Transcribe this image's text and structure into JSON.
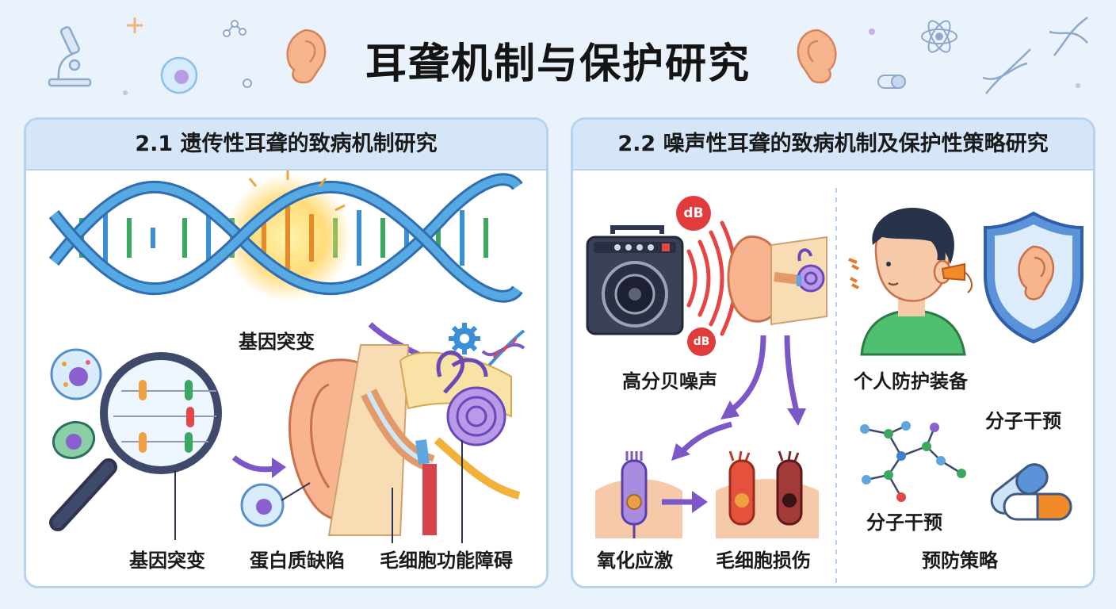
{
  "title": "耳聋机制与保护研究",
  "panel_left": {
    "heading": "2.1 遗传性耳聋的致病机制研究",
    "labels": {
      "dna_mutation": "基因突变",
      "gene_mutation": "基因突变",
      "protein_defect": "蛋白质缺陷",
      "hair_cell_dysfunction": "毛细胞功能障碍"
    }
  },
  "panel_right": {
    "heading": "2.2 噪声性耳聋的致病机制及保护性策略研究",
    "labels": {
      "high_db_noise": "高分贝噪声",
      "db_top": "dB",
      "db_bottom": "dB",
      "oxidative_stress": "氧化应激",
      "hair_cell_damage": "毛细胞损伤",
      "personal_protection": "个人防护装备",
      "molecular_intervention_top": "分子干预",
      "molecular_intervention_bottom": "分子干预",
      "prevention_strategy": "预防策略"
    }
  },
  "colors": {
    "background": "#eaf3fc",
    "panel_border": "#b6d2ee",
    "panel_header": "#d4e6f8",
    "dna_blue": "#3a8fd6",
    "dna_green": "#3aa860",
    "arrow_purple": "#7b57c8",
    "sound_red": "#e64545",
    "shield_blue": "#3f7fd0"
  }
}
